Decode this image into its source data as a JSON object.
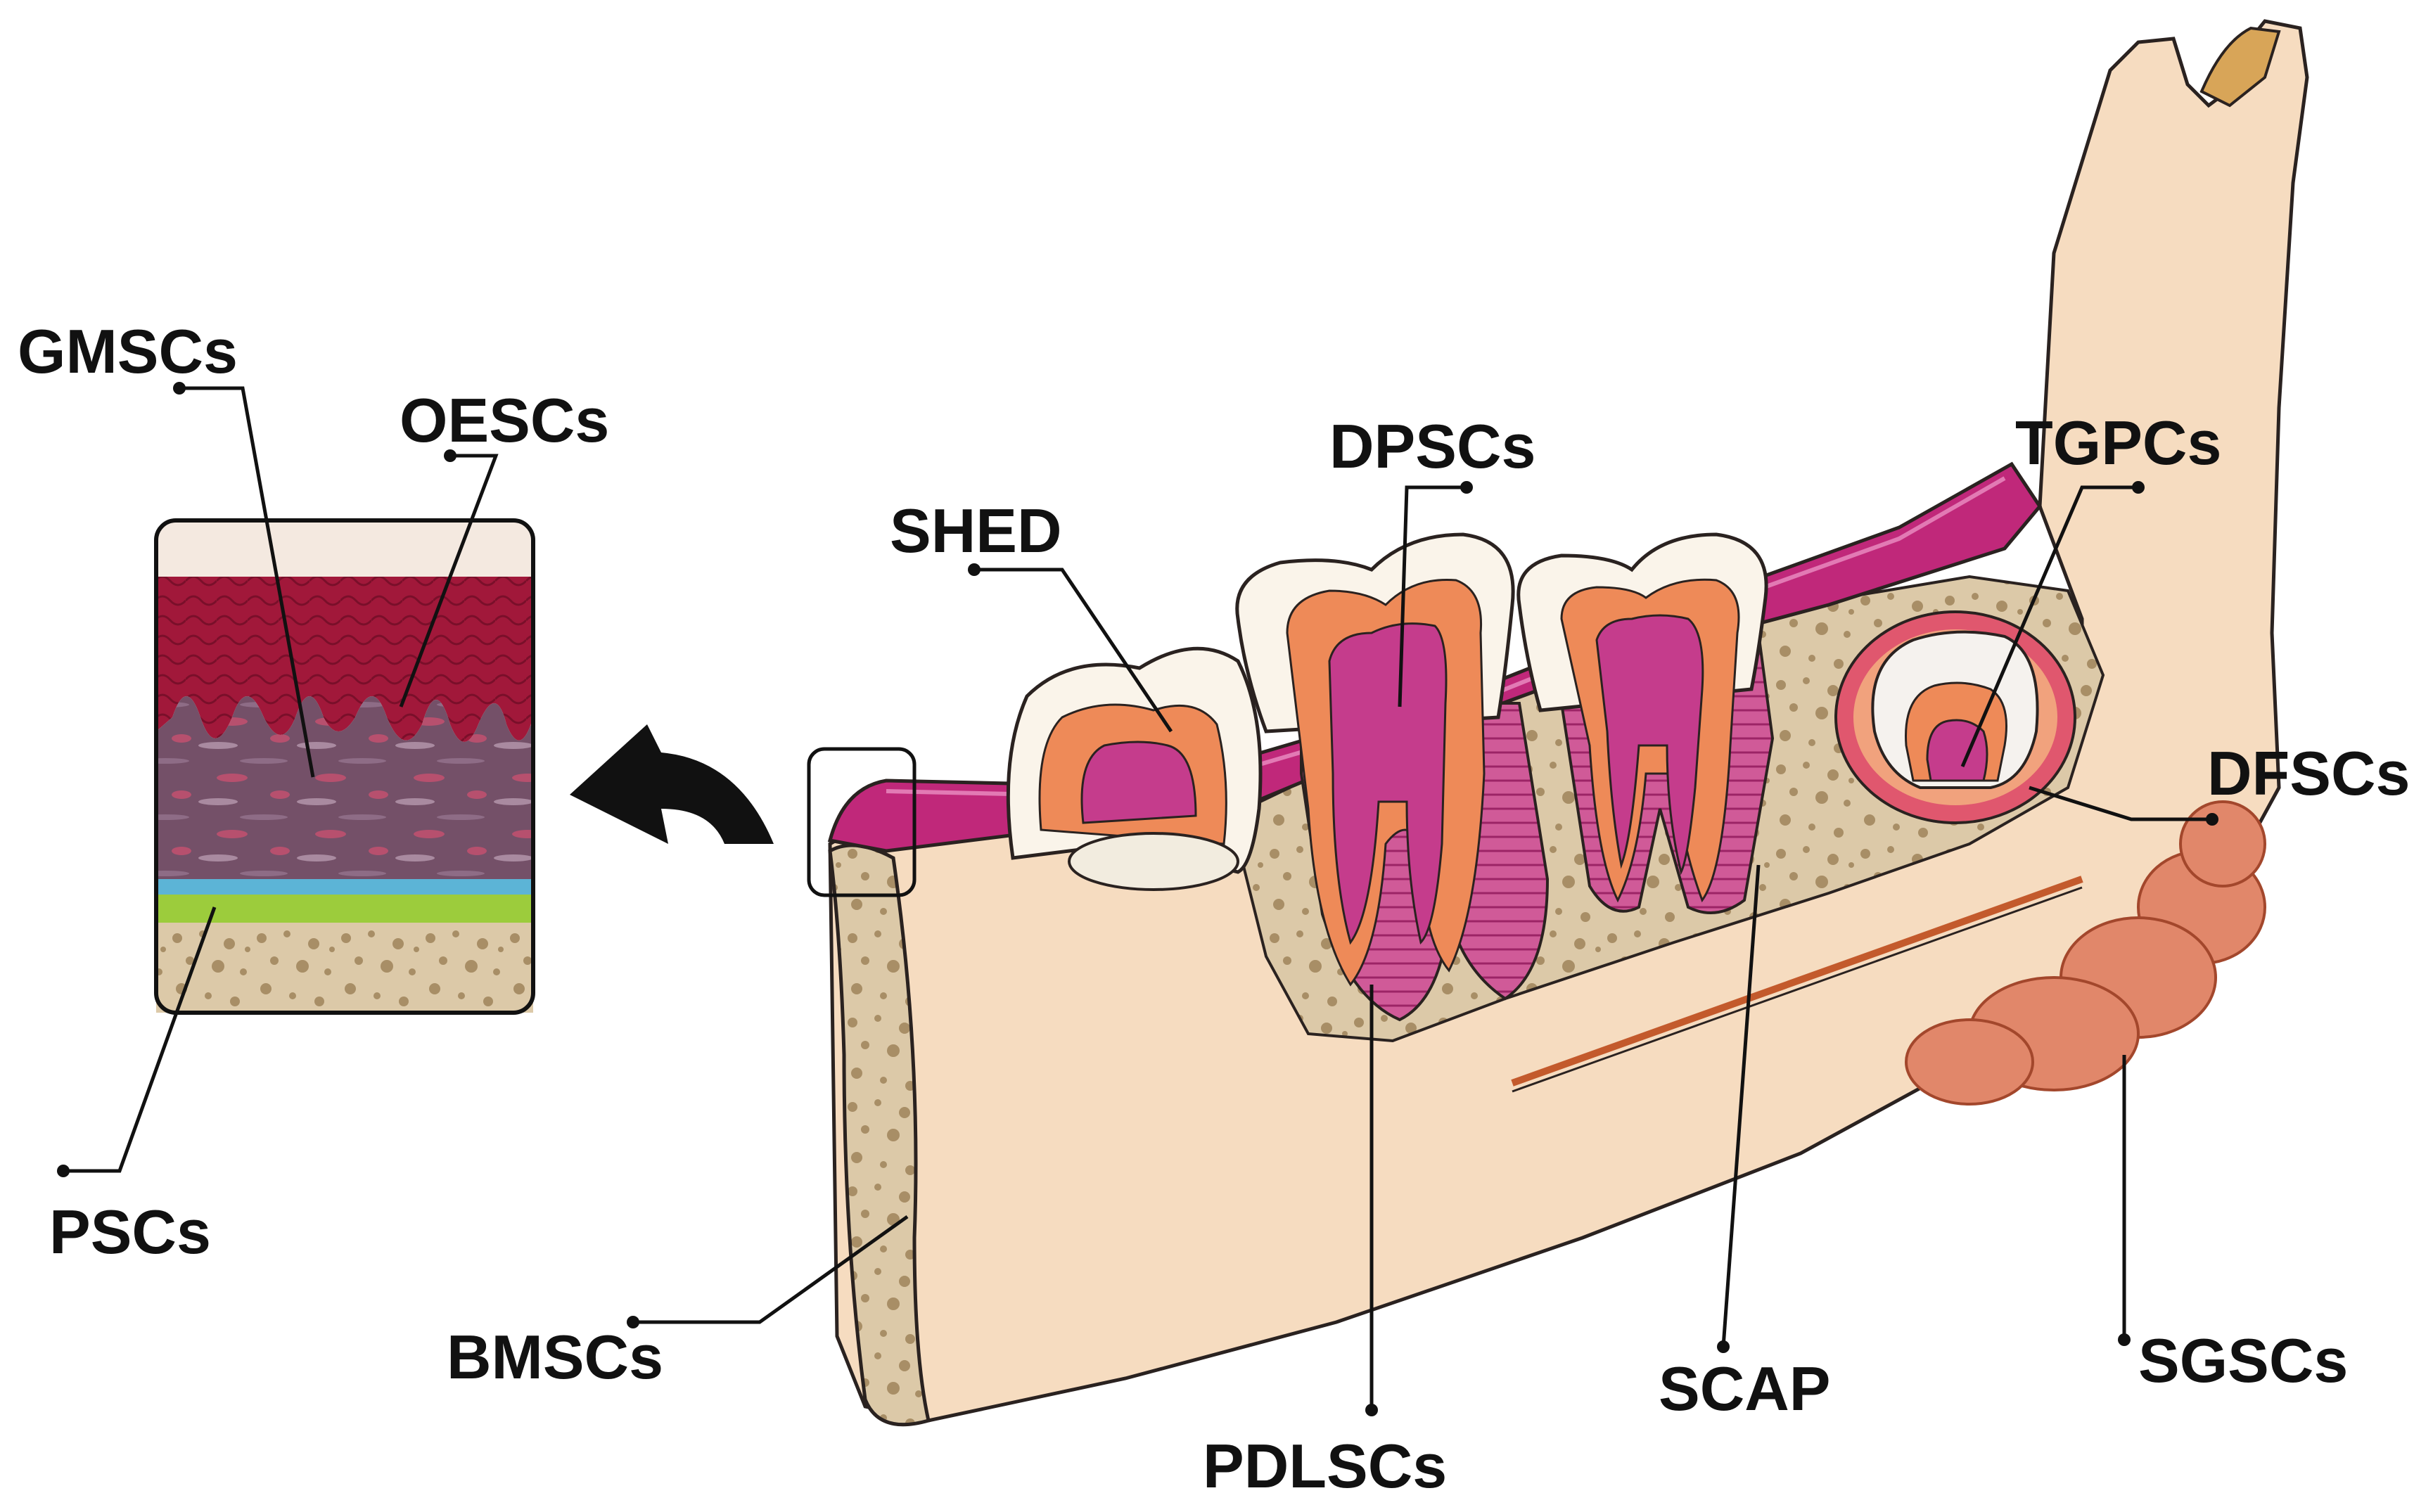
{
  "labels": {
    "gmscs": "GMSCs",
    "oescs": "OESCs",
    "pscs": "PSCs",
    "shed": "SHED",
    "dpscs": "DPSCs",
    "tgpcs": "TGPCs",
    "dfscs": "DFSCs",
    "bmscs": "BMSCs",
    "pdlscs": "PDLSCs",
    "scap": "SCAP",
    "sgscs": "SGSCs"
  },
  "colors": {
    "bone": "#f6dcc0",
    "cancellous": "#c9b48f",
    "gingiva": "#c0287a",
    "pulp": "#c53c8c",
    "dentin": "#ee8a58",
    "enamel": "#faf4ea",
    "epithelium": "#9c1736",
    "lamina_propria": "#6e4863",
    "periosteum_blue": "#5cb4d6",
    "periosteum_green": "#9ccc3c",
    "salivary_gland": "#e1876a",
    "outline": "#2a2220"
  }
}
